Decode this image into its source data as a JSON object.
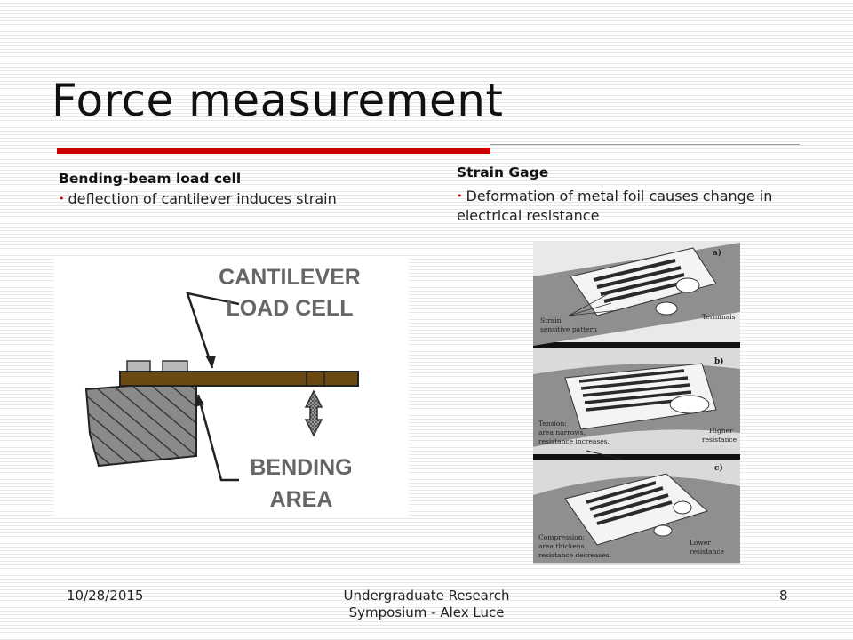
{
  "slide": {
    "title": "Force measurement"
  },
  "left_column": {
    "heading": "Bending-beam load cell",
    "bullet": "deflection of cantilever induces strain",
    "figure": {
      "label_top_line1": "CANTILEVER",
      "label_top_line2": "LOAD CELL",
      "label_bottom_line1": "BENDING",
      "label_bottom_line2": "AREA"
    }
  },
  "right_column": {
    "heading": "Strain Gage",
    "bullet": "Deformation of metal foil causes change in electrical resistance",
    "figure": {
      "panel_a": {
        "tag": "a)",
        "left_label_1": "Strain",
        "left_label_2": "sensitive pattern",
        "right_label": "Terminals"
      },
      "panel_b": {
        "tag": "b)",
        "left_label_1": "Tension:",
        "left_label_2": "area narrows,",
        "left_label_3": "resistance increases.",
        "right_label_1": "Higher",
        "right_label_2": "resistance"
      },
      "panel_c": {
        "tag": "c)",
        "left_label_1": "Compression:",
        "left_label_2": "area thickens,",
        "left_label_3": "resistance decreases.",
        "right_label_1": "Lower",
        "right_label_2": "resistance"
      }
    }
  },
  "footer": {
    "date": "10/28/2015",
    "center_line1": "Undergraduate Research",
    "center_line2": "Symposium - Alex Luce",
    "page_number": "8"
  },
  "colors": {
    "accent_red": "#cc0000",
    "beam_brown": "#6b4a12",
    "gage_dark": "#2e2e2e",
    "gage_grey": "#8f8f8f"
  }
}
